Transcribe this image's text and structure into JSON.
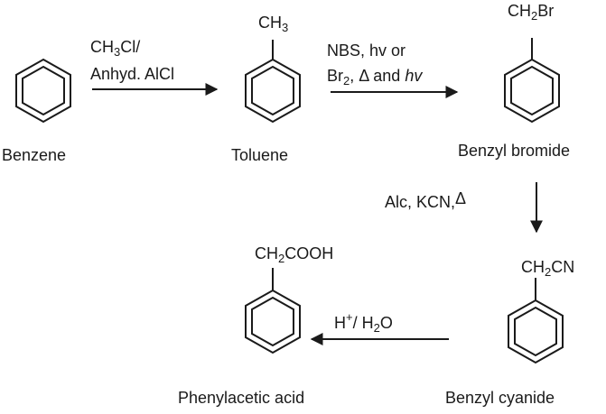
{
  "compounds": {
    "benzene": {
      "name": "Benzene"
    },
    "toluene": {
      "name": "Toluene",
      "substituent": {
        "main": "CH",
        "sub": "3"
      }
    },
    "benzyl_bromide": {
      "name": "Benzyl bromide",
      "substituent": {
        "pre": "CH",
        "sub": "2",
        "post": "Br"
      }
    },
    "benzyl_cyanide": {
      "name": "Benzyl cyanide",
      "substituent": {
        "pre": "CH",
        "sub": "2",
        "post": "CN"
      }
    },
    "phenylacetic_acid": {
      "name": "Phenylacetic acid",
      "substituent": {
        "pre": "CH",
        "sub": "2",
        "post": "COOH"
      }
    }
  },
  "reactions": {
    "step1": {
      "line1_pre": "CH",
      "line1_sub": "3",
      "line1_post": "Cl/",
      "line2": "Anhyd. AlCl"
    },
    "step2": {
      "line1": "NBS, hv or",
      "line2_pre": "Br",
      "line2_sub": "2",
      "line2_mid": ", ",
      "line2_delta": "Δ",
      "line2_and": " and ",
      "line2_hv": "hv"
    },
    "step3": {
      "text": "Alc, KCN,",
      "delta": "Δ"
    },
    "step4": {
      "pre": "H",
      "sup": "+",
      "post": "/ H",
      "sub": "2",
      "end": "O"
    }
  }
}
